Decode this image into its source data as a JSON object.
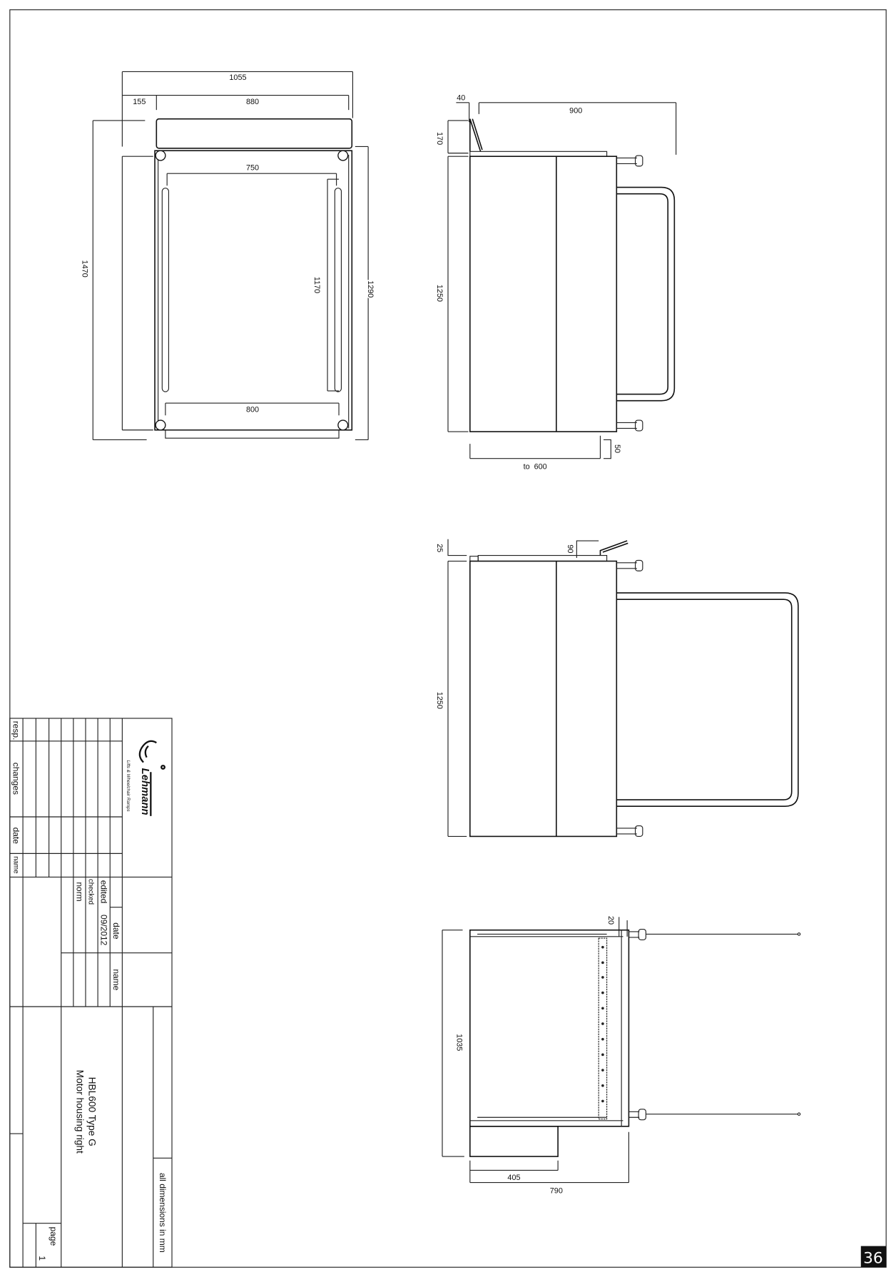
{
  "page_number": "36",
  "drawing": {
    "plan_view": {
      "overall_width": "1055",
      "offset": "155",
      "platform_width": "880",
      "inner_width": "750",
      "bottom_width": "800",
      "overall_length": "1470",
      "inner_length": "1170",
      "frame_length": "1290"
    },
    "side_view_1": {
      "flap_depth": "40",
      "rail_extent": "900",
      "flap_height": "170",
      "height": "1250",
      "travel": "to  600",
      "ground_gap": "50"
    },
    "side_view_2": {
      "plate_height": "25",
      "flap_offset": "90",
      "height": "1250"
    },
    "plan_view_2": {
      "offset": "20",
      "length": "1035",
      "motor_width": "405",
      "total_width": "790"
    }
  },
  "title_block": {
    "logo": {
      "brand": "Lehmann",
      "tagline": "Lifts & Wheelchair Ramps"
    },
    "changes_headers": {
      "resp": "resp.",
      "changes": "changes",
      "date": "date",
      "name": "name"
    },
    "approval": {
      "date_header": "date",
      "name_header": "name",
      "rows": [
        {
          "label": "edited",
          "date": "09/2012"
        },
        {
          "label": "checked",
          "date": ""
        },
        {
          "label": "norm",
          "date": ""
        }
      ]
    },
    "title_line_1": "HBL600 Type G",
    "title_line_2": "Motor housing right",
    "units_note": "all dimensions in mm",
    "page_label": "page",
    "page_value": "1"
  }
}
